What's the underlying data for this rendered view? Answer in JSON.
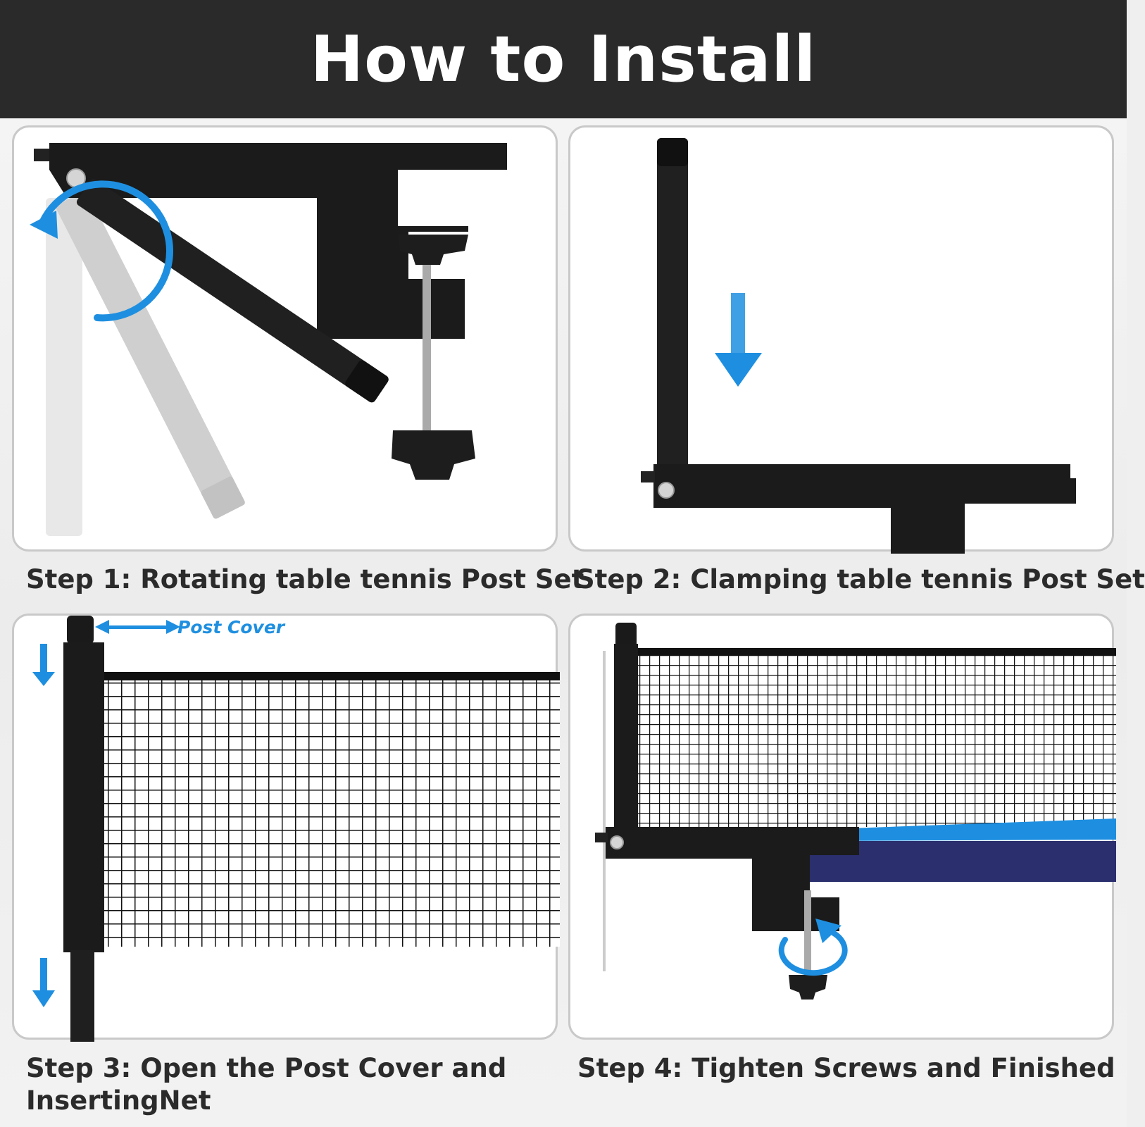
{
  "header": {
    "title": "How to Install"
  },
  "steps": [
    {
      "caption": "Step 1: Rotating table tennis Post Set"
    },
    {
      "caption": "Step 2: Clamping table tennis Post Set"
    },
    {
      "caption": "Step 3: Open the Post Cover and InsertingNet",
      "callout": "Post Cover"
    },
    {
      "caption": "Step 4: Tighten Screws and Finished"
    }
  ],
  "colors": {
    "header_bg": "#2a2a2a",
    "accent_blue": "#1e8fe0",
    "table_blue": "#2b2f6e",
    "hardware_black": "#1b1b1b"
  }
}
